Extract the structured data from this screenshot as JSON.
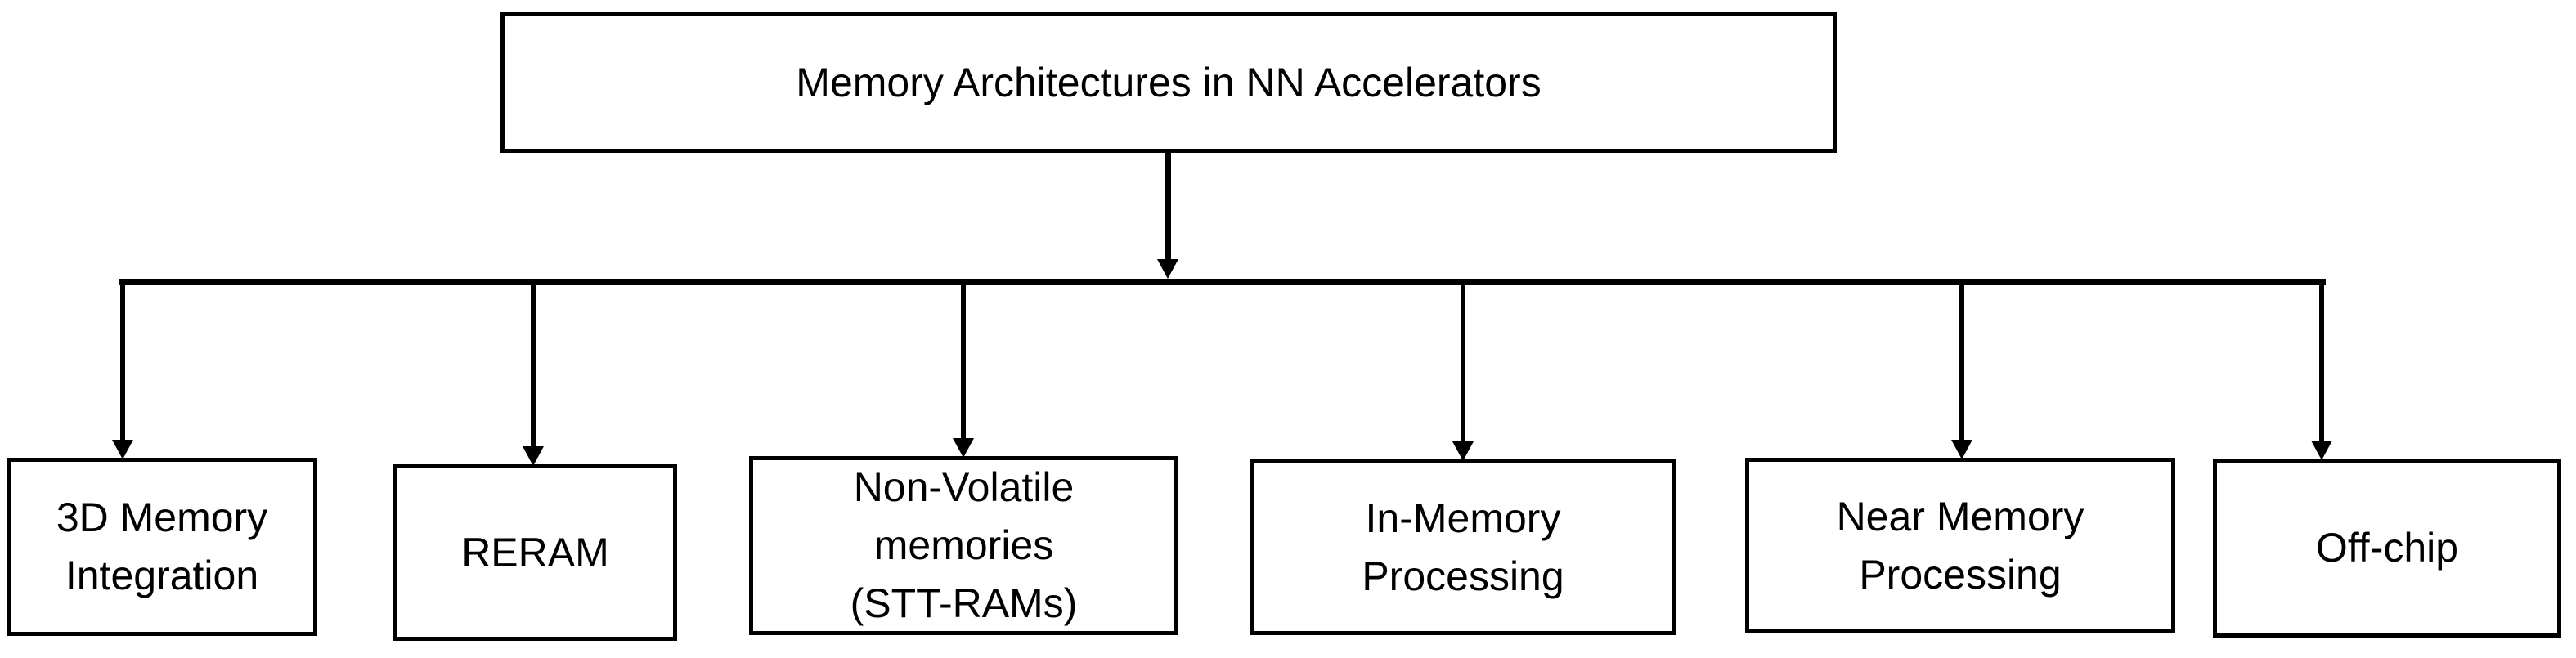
{
  "diagram": {
    "type": "hierarchy",
    "colors": {
      "background": "#ffffff",
      "box_fill": "#ffffff",
      "box_border": "#000000",
      "line": "#000000",
      "text": "#000000"
    },
    "root": {
      "label": "Memory Architectures in NN Accelerators",
      "lines": [
        "Memory Architectures in NN Accelerators"
      ]
    },
    "children": [
      {
        "label": "3D Memory Integration",
        "lines": [
          "3D Memory",
          "Integration"
        ]
      },
      {
        "label": "RERAM",
        "lines": [
          "RERAM"
        ]
      },
      {
        "label": "Non-Volatile memories (STT-RAMs)",
        "lines": [
          "Non-Volatile",
          "memories",
          "(STT-RAMs)"
        ]
      },
      {
        "label": "In-Memory Processing",
        "lines": [
          "In-Memory",
          "Processing"
        ]
      },
      {
        "label": "Near Memory Processing",
        "lines": [
          "Near Memory",
          "Processing"
        ]
      },
      {
        "label": "Off-chip",
        "lines": [
          "Off-chip"
        ]
      }
    ]
  }
}
